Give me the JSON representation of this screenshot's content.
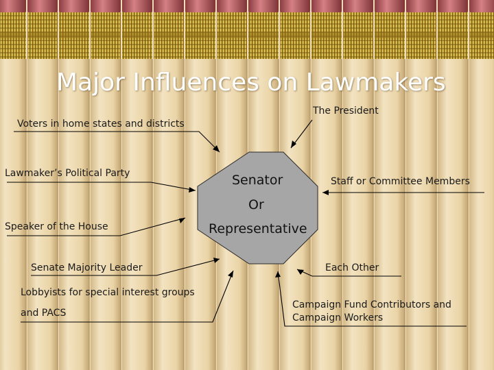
{
  "title": "Major Influences on Lawmakers",
  "center": {
    "line1": "Senator",
    "line2": "Or",
    "line3": "Representative",
    "fill": "#a6a6a6"
  },
  "influences": {
    "president": "The President",
    "voters": "Voters in home states and districts",
    "party": "Lawmaker’s Political Party",
    "staff": "Staff or Committee Members",
    "speaker": "Speaker of the House",
    "majority_leader": "Senate Majority Leader",
    "each_other": "Each Other",
    "lobbyists_line1": "Lobbyists for special interest groups",
    "lobbyists_line2": "and PACS",
    "campaign_line1": "Campaign Fund Contributors and",
    "campaign_line2": "Campaign Workers"
  },
  "colors": {
    "background": "#efdcb8",
    "pencil_body": "#ead6ac",
    "pencil_groove": "#c9ad7c",
    "ferrule": "#c9a531",
    "eraser": "#b75b5e",
    "line": "#000000"
  }
}
